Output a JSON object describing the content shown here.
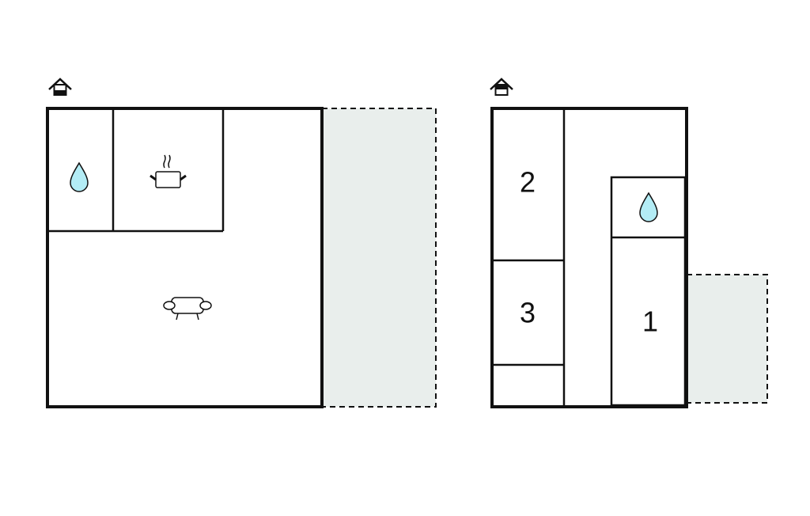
{
  "colors": {
    "wall": "#111111",
    "terrace": "#e9eeec",
    "water": "#b3ecf5"
  },
  "ground_floor": {
    "floor_icon": "house-ground-floor-icon",
    "rooms": [
      {
        "type": "bathroom",
        "icon": "water-drop-icon"
      },
      {
        "type": "kitchen",
        "icon": "cooking-pot-icon"
      },
      {
        "type": "living-room",
        "icon": "sofa-icon"
      }
    ],
    "terrace": "terrace"
  },
  "upper_floor": {
    "floor_icon": "house-upper-floor-icon",
    "rooms": [
      {
        "type": "bedroom",
        "label": "2"
      },
      {
        "type": "bedroom",
        "label": "3"
      },
      {
        "type": "bathroom",
        "icon": "water-drop-icon"
      },
      {
        "type": "bedroom",
        "label": "1"
      }
    ],
    "terrace": "balcony"
  }
}
